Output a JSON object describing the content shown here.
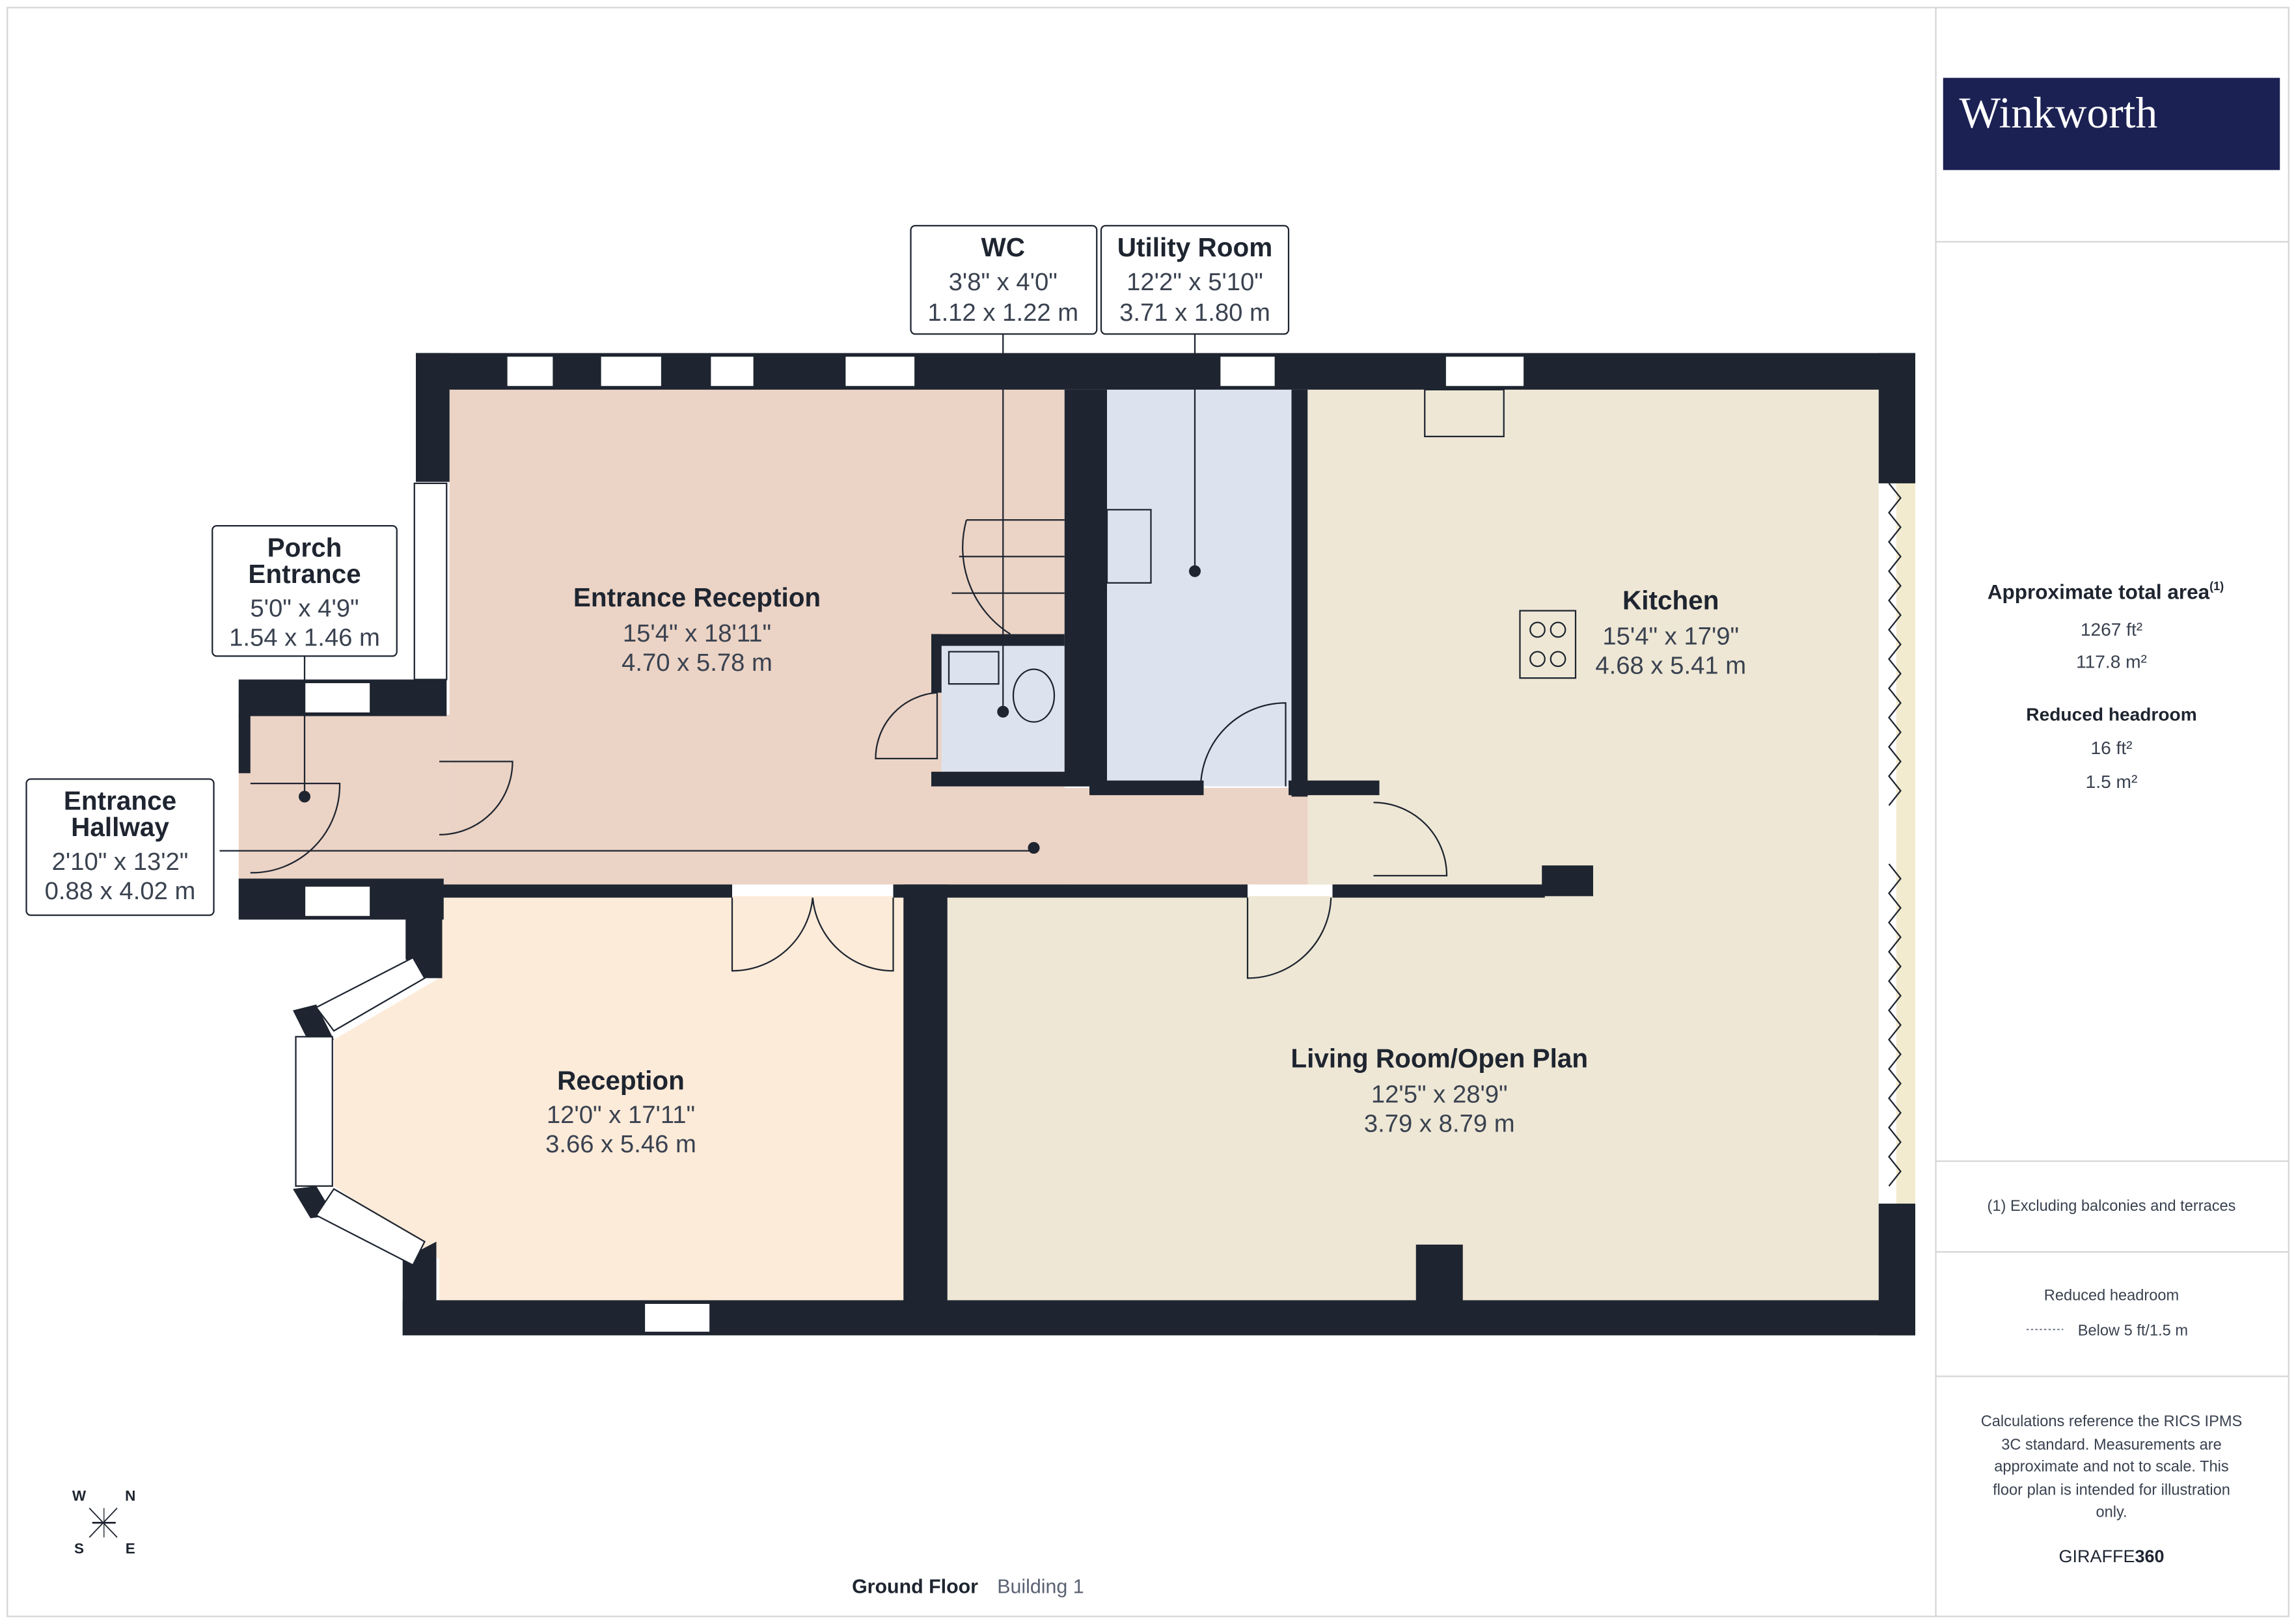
{
  "brand": {
    "logo_text": "Winkworth",
    "logo_bg": "#1b2153",
    "powered_by": "GIRAFFE",
    "powered_by_bold": "360"
  },
  "colors": {
    "wall": "#1e2530",
    "reception_area": "#ebd3c5",
    "wet_rooms": "#dde3ee",
    "kitchen_living": "#eee7d5",
    "reception": "#fdebd9"
  },
  "rooms": [
    {
      "name": "Entrance Reception",
      "imperial": "15'4\" x 18'11\"",
      "metric": "4.70 x 5.78 m"
    },
    {
      "name": "Kitchen",
      "imperial": "15'4\" x 17'9\"",
      "metric": "4.68 x 5.41 m"
    },
    {
      "name": "Reception",
      "imperial": "12'0\" x 17'11\"",
      "metric": "3.66 x 5.46 m"
    },
    {
      "name": "Living Room/Open Plan",
      "imperial": "12'5\" x 28'9\"",
      "metric": "3.79 x 8.79 m"
    }
  ],
  "callouts": [
    {
      "name": "WC",
      "imperial": "3'8\" x 4'0\"",
      "metric": "1.12 x 1.22 m"
    },
    {
      "name": "Utility Room",
      "imperial": "12'2\" x 5'10\"",
      "metric": "3.71 x 1.80 m"
    },
    {
      "name_line1": "Porch",
      "name_line2": "Entrance",
      "imperial": "5'0\" x 4'9\"",
      "metric": "1.54 x 1.46 m"
    },
    {
      "name_line1": "Entrance",
      "name_line2": "Hallway",
      "imperial": "2'10\" x 13'2\"",
      "metric": "0.88 x 4.02 m"
    }
  ],
  "compass": {
    "w": "W",
    "n": "N",
    "s": "S",
    "e": "E"
  },
  "floor": {
    "name": "Ground Floor",
    "building": "Building 1"
  },
  "panel": {
    "total_title": "Approximate total area",
    "total_sup": "(1)",
    "total_ft": "1267 ft²",
    "total_m": "117.8 m²",
    "reduced_title": "Reduced headroom",
    "reduced_ft": "16 ft²",
    "reduced_m": "1.5 m²",
    "footnote": "(1) Excluding balconies and terraces",
    "legend_title": "Reduced headroom",
    "legend_text": "Below 5 ft/1.5 m",
    "disclaimer": [
      "Calculations reference the RICS IPMS",
      "3C standard. Measurements are",
      "approximate and not to scale. This",
      "floor plan is intended for illustration",
      "only."
    ]
  }
}
